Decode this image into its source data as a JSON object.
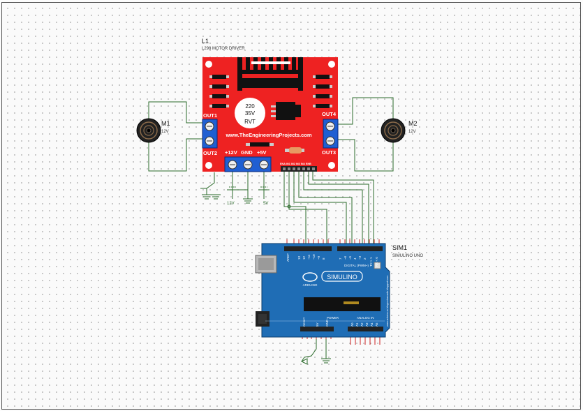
{
  "driver": {
    "ref": "L1",
    "name": "L298 MOTOR DRIVER",
    "cap_value": "220",
    "cap_voltage": "35V",
    "cap_type": "RVT",
    "website": "www.TheEngineeringProjects.com",
    "out1": "OUT1",
    "out2": "OUT2",
    "out3": "OUT3",
    "out4": "OUT4",
    "v12": "+12V",
    "gnd": "GND",
    "v5": "+5V",
    "pins": "ENA IN1 IN2 IN3 IN4 ENB",
    "color": "#ee2222"
  },
  "motor1": {
    "ref": "M1",
    "value": "12V"
  },
  "motor2": {
    "ref": "M2",
    "value": "12V"
  },
  "supply1": {
    "label": "12V"
  },
  "supply2": {
    "label": "5V"
  },
  "arduino": {
    "ref": "SIM1",
    "name": "SIMULINO UNO",
    "logo": "SIMULINO",
    "sublogo": "ARDUINO",
    "aref": "AREF",
    "digital": "DIGITAL (PWM~)",
    "power": "POWER",
    "analog": "ANALOG IN",
    "reset": "RESET",
    "pin_labels_left": [
      "13",
      "12",
      "~11",
      "~10",
      "~9",
      "8"
    ],
    "pin_labels_right": [
      "7",
      "~6",
      "~5",
      "4",
      "~3",
      "2",
      "TX > 1",
      "RX < 0"
    ],
    "analog_labels": [
      "A0",
      "A1",
      "A2",
      "A3",
      "A4",
      "A5"
    ],
    "power_labels": [
      "5V",
      "GND"
    ],
    "side_text": "www.arduino.cc blogembarcado.blogspot.com",
    "board_color": "#1f6db5"
  }
}
